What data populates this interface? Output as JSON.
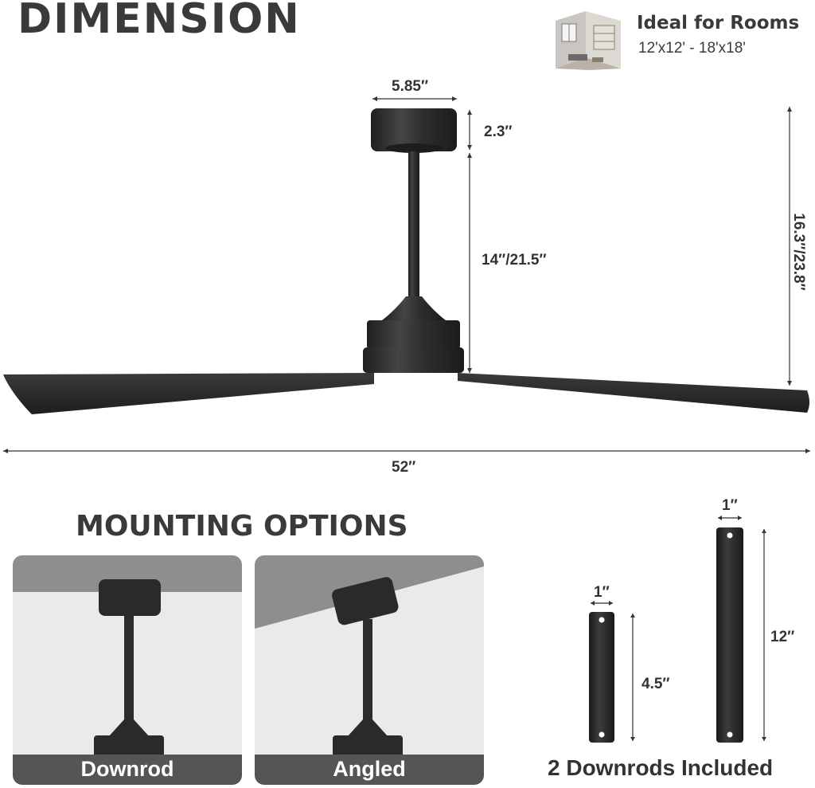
{
  "header": {
    "title": "DIMENSION"
  },
  "room": {
    "title": "Ideal for Rooms",
    "range": "12'x12' - 18'x18'"
  },
  "dimensions": {
    "canopy_width": "5.85″",
    "canopy_height": "2.3″",
    "downrod_length": "14″/21.5″",
    "total_height": "16.3″/23.8″",
    "span": "52″"
  },
  "mounting": {
    "title": "MOUNTING OPTIONS",
    "options": [
      {
        "label": "Downrod"
      },
      {
        "label": "Angled"
      }
    ]
  },
  "downrods": {
    "short": {
      "diameter": "1″",
      "length": "4.5″"
    },
    "long": {
      "diameter": "1″",
      "length": "12″"
    },
    "caption": "2 Downrods Included"
  },
  "colors": {
    "fan": "#2b2b2c",
    "text": "#333333",
    "ceiling": "#8e8e8e",
    "wall": "#e9e9e9",
    "label_bar": "#555555"
  }
}
